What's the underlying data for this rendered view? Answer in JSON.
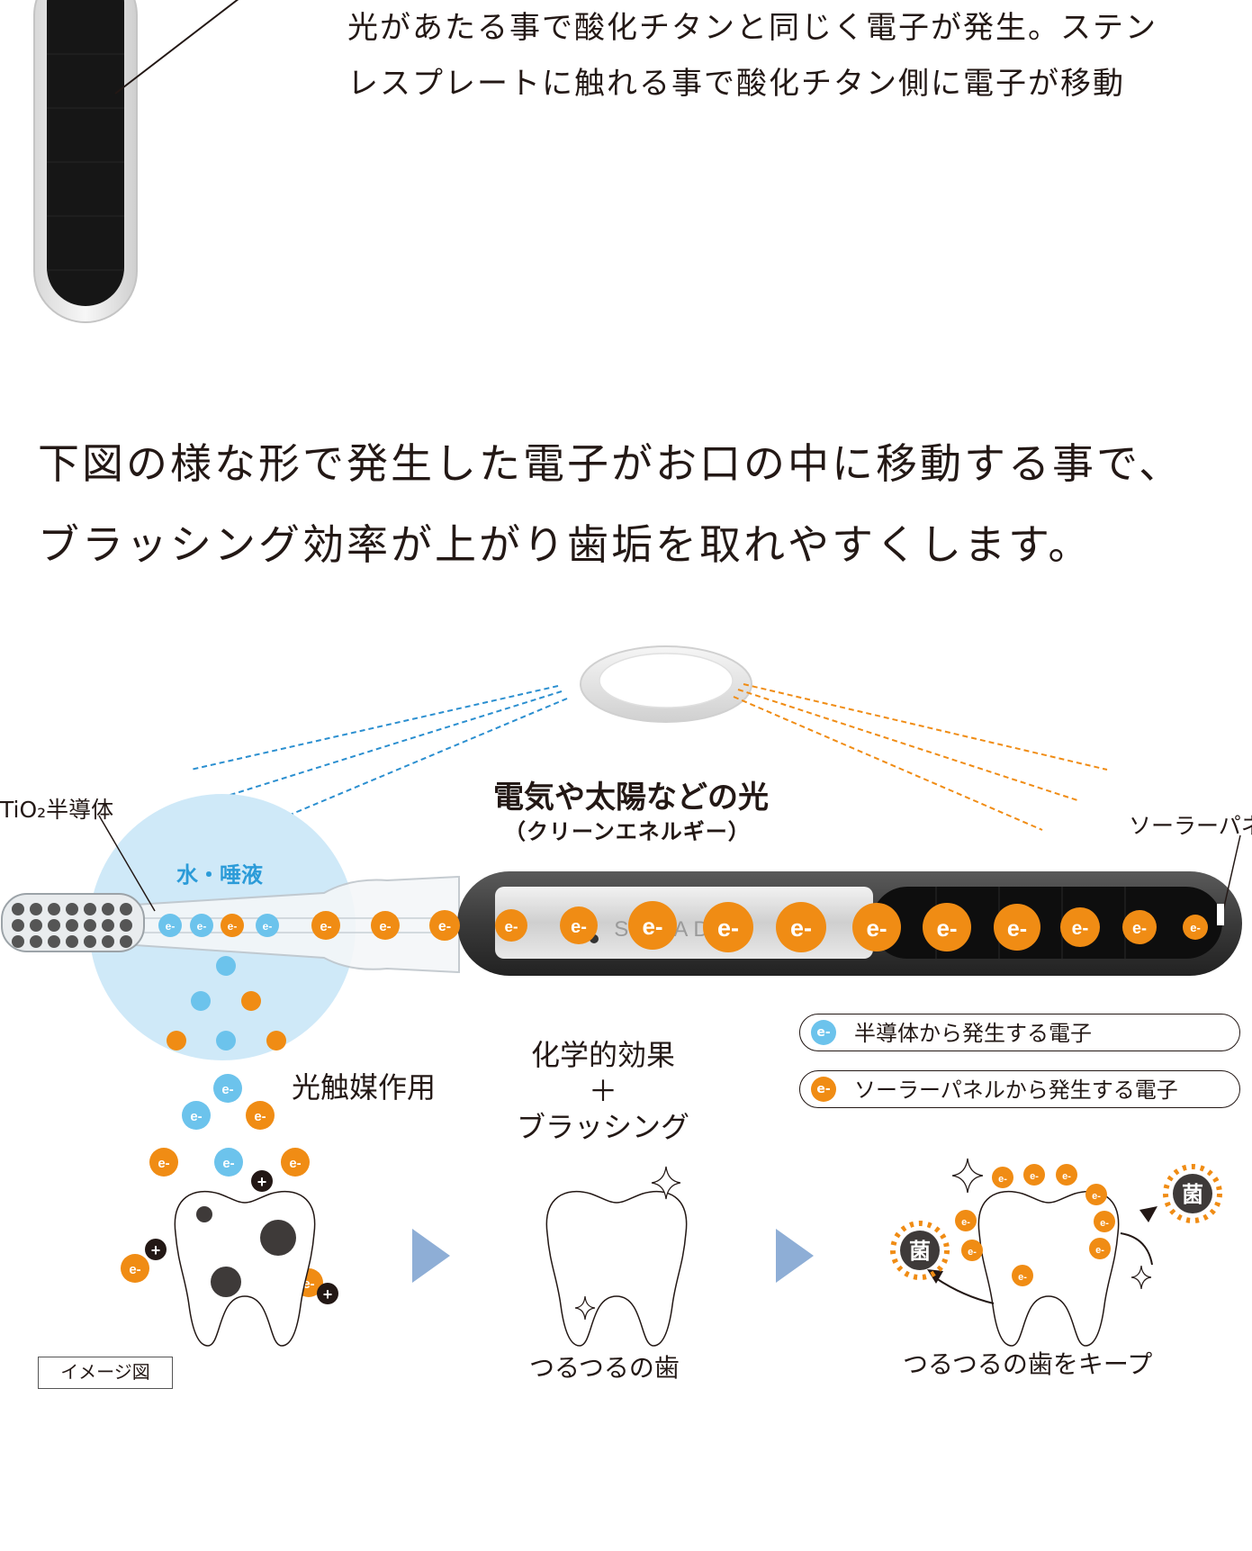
{
  "top_paragraph": {
    "line1": "光があたる事で酸化チタンと同じく電子が発生。ステン",
    "line2": "レスプレートに触れる事で酸化チタン側に電子が移動"
  },
  "headline": {
    "line1": "下図の様な形で発生した電子がお口の中に移動する事で、",
    "line2": "ブラッシング効率が上がり歯垢を取れやすくします。"
  },
  "diagram": {
    "light_title": "電気や太陽などの光",
    "light_subtitle": "（クリーンエネルギー）",
    "tio2_label": "TiO₂半導体",
    "water_label": "水・唾液",
    "solar_label": "ソーラーパネル",
    "brand_text": "SOLADEY",
    "electron_symbol": "e-",
    "plus_symbol": "+",
    "bacteria_symbol": "菌",
    "photocatalysis_label": "光触媒作用",
    "chem_line1": "化学的効果",
    "chem_line2": "＋",
    "chem_line3": "ブラッシング",
    "smooth_tooth_label": "つるつるの歯",
    "keep_smooth_label": "つるつるの歯をキープ",
    "image_tag": "イメージ図"
  },
  "legend": [
    {
      "label": "半導体から発生する電子",
      "color": "#6cc3ec"
    },
    {
      "label": "ソーラーパネルから発生する電子",
      "color": "#f08c14"
    }
  ],
  "colors": {
    "electron_blue": "#6cc3ec",
    "electron_orange": "#f08c14",
    "water_bubble": "#cfe9f8",
    "water_text": "#2b9bd8",
    "arrow_blue": "#8eaed6",
    "dark": "#231815"
  }
}
